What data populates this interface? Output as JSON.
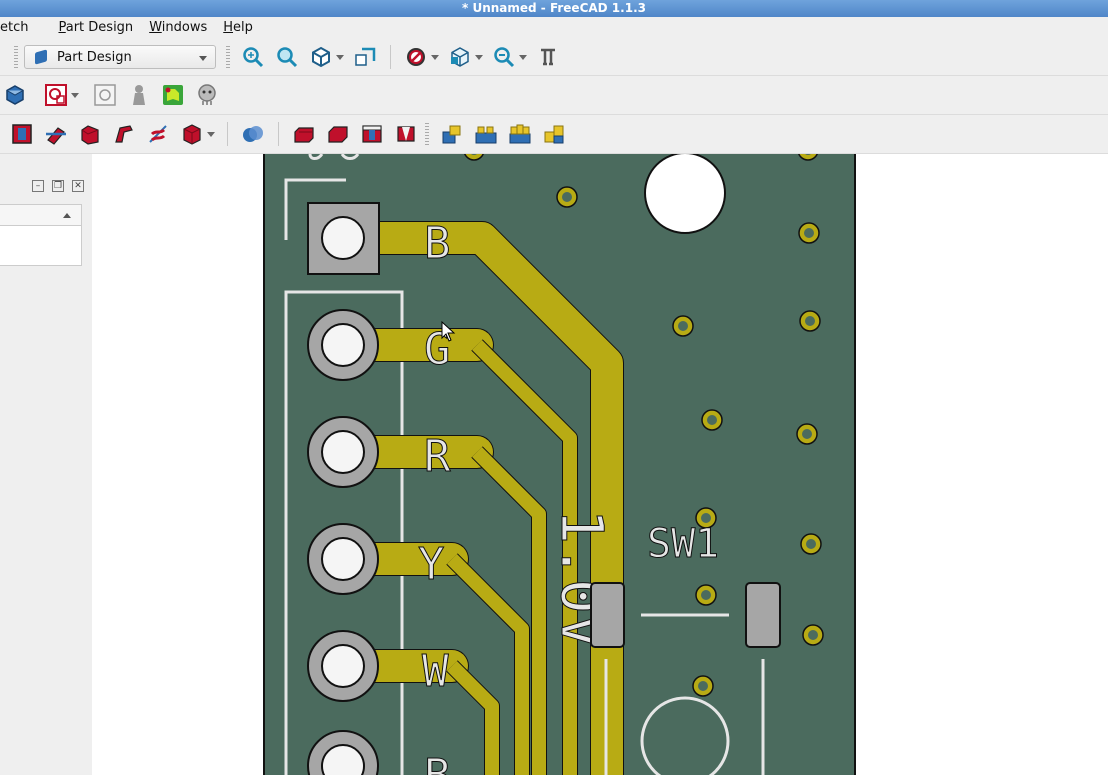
{
  "window": {
    "title": "* Unnamed - FreeCAD 1.1.3"
  },
  "menu": [
    {
      "pre": "",
      "u": "",
      "post": "etch"
    },
    {
      "pre": "",
      "u": "P",
      "post": "art Design"
    },
    {
      "pre": "",
      "u": "W",
      "post": "indows"
    },
    {
      "pre": "",
      "u": "H",
      "post": "elp"
    }
  ],
  "workbench": {
    "selected": "Part Design"
  },
  "toolbar1_icons": [
    "view-fit-all-icon",
    "view-fit-selection-icon",
    "isometric-view-icon",
    "draw-style-icon",
    "bounding-box-icon",
    "view-menu-icon",
    "measure-icon"
  ],
  "toolbar2_icons": [
    "create-body-icon",
    "create-sketch-icon",
    "validate-sketch-icon",
    "shape-binder-icon",
    "subshape-binder-icon",
    "clone-icon"
  ],
  "toolbar3_icons": [
    "pad-icon",
    "revolution-icon",
    "additive-loft-icon",
    "additive-pipe-icon",
    "additive-helix-icon",
    "additive-primitive-icon",
    "boolean-icon",
    "pocket-icon",
    "hole-icon",
    "groove-icon",
    "subtractive-loft-icon",
    "mirrored-icon",
    "linear-pattern-icon",
    "polar-pattern-icon",
    "multi-transform-icon"
  ],
  "colors": {
    "board": "#4b6b5e",
    "copper": "#b8ab14",
    "pad": "#a6a6a6",
    "silk": "#e6e6e6"
  },
  "pcb": {
    "pin_labels": [
      "B",
      "G",
      "R",
      "Y",
      "W",
      "B"
    ],
    "switch_label": "SW1",
    "rotated_text": "1.0V"
  }
}
